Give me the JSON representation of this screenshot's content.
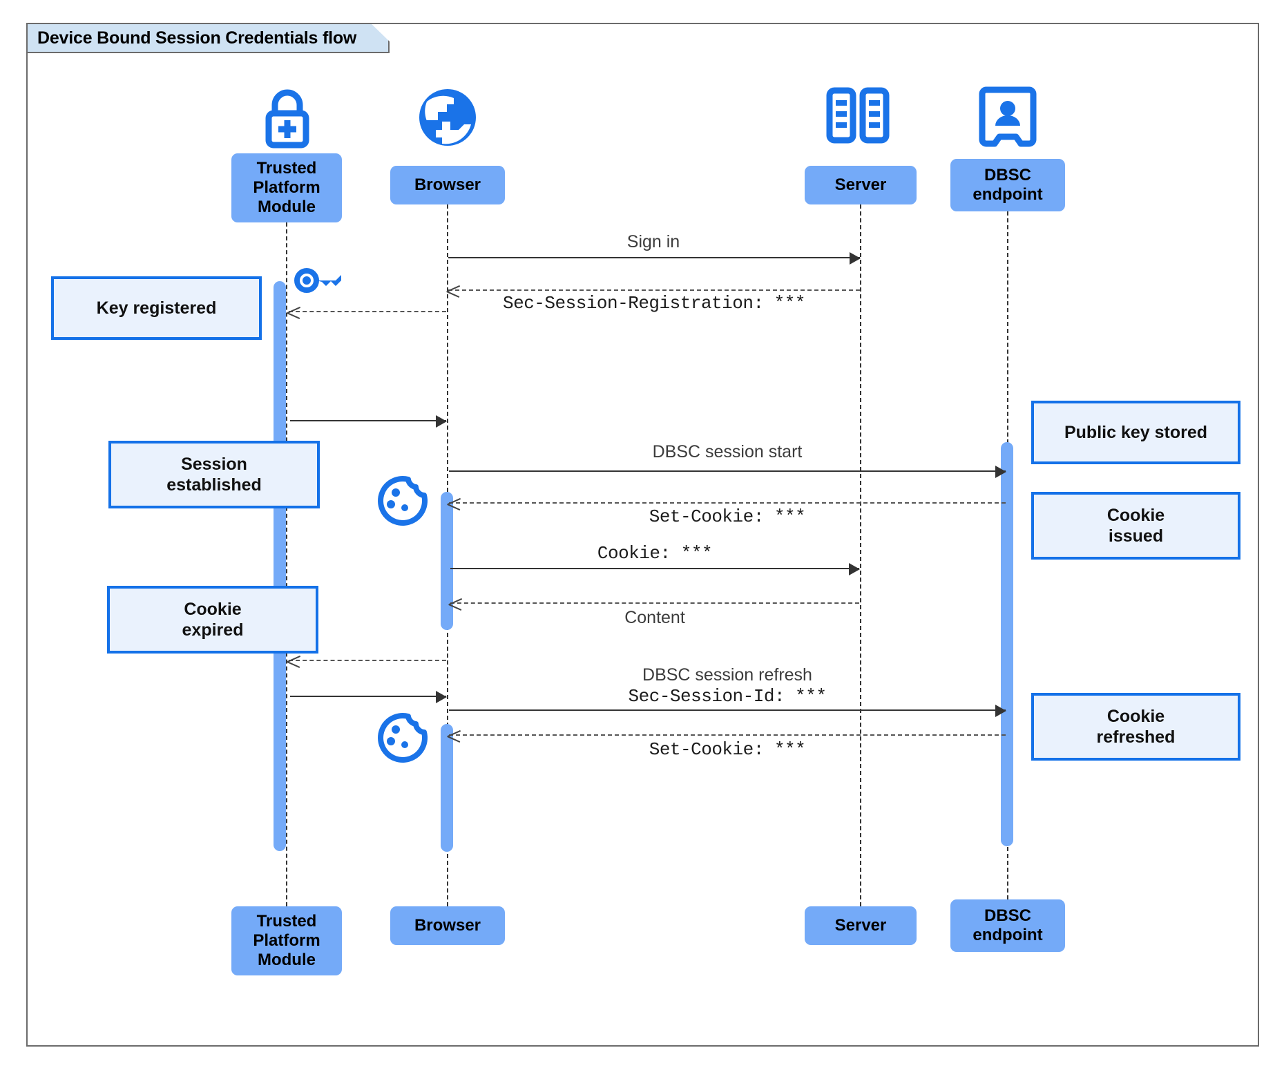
{
  "diagram": {
    "title": "Device Bound Session Credentials flow",
    "type": "uml-sequence-diagram",
    "colors": {
      "participant_fill": "#74aaf8",
      "note_fill": "#eaf2fd",
      "note_border": "#1471e8",
      "activation_fill": "#74aaf8",
      "icon_blue": "#1a73e8",
      "frame_border": "#6b6b6b",
      "title_fill": "#cfe2f3"
    }
  },
  "participants": [
    {
      "id": "tpm",
      "label": "Trusted\nPlatform\nModule",
      "label_line1": "Trusted",
      "label_line2": "Platform",
      "label_line3": "Module",
      "icon": "lock-plus-icon"
    },
    {
      "id": "browser",
      "label": "Browser",
      "icon": "globe-icon"
    },
    {
      "id": "server",
      "label": "Server",
      "icon": "server-racks-icon"
    },
    {
      "id": "dbsc",
      "label": "DBSC\nendpoint",
      "label_line1": "DBSC",
      "label_line2": "endpoint",
      "icon": "id-badge-icon"
    }
  ],
  "messages": [
    {
      "id": "m1",
      "text": "Sign in",
      "style": "prose",
      "arrow": "solid",
      "from": "browser",
      "to": "server"
    },
    {
      "id": "m2",
      "text": "Sec-Session-Registration: ***",
      "style": "mono",
      "arrow": "dotted",
      "from": "server",
      "to": "browser"
    },
    {
      "id": "m3",
      "text": "",
      "style": "prose",
      "arrow": "solid",
      "from": "tpm",
      "to": "browser"
    },
    {
      "id": "m4",
      "text": "DBSC session start",
      "style": "prose",
      "arrow": "solid",
      "from": "browser",
      "to": "dbsc"
    },
    {
      "id": "m5",
      "text": "Set-Cookie: ***",
      "style": "mono",
      "arrow": "dotted",
      "from": "dbsc",
      "to": "browser"
    },
    {
      "id": "m6",
      "text": "Cookie: ***",
      "style": "mono",
      "arrow": "solid",
      "from": "browser",
      "to": "server"
    },
    {
      "id": "m7",
      "text": "Content",
      "style": "prose",
      "arrow": "dotted",
      "from": "server",
      "to": "browser"
    },
    {
      "id": "m8",
      "text": "",
      "style": "prose",
      "arrow": "dotted",
      "from": "browser",
      "to": "tpm"
    },
    {
      "id": "m9",
      "text": "",
      "style": "prose",
      "arrow": "solid",
      "from": "tpm",
      "to": "browser"
    },
    {
      "id": "m10",
      "text": "DBSC session refresh",
      "style": "prose",
      "arrow": "solid",
      "from": "browser",
      "to": "dbsc"
    },
    {
      "id": "m10b",
      "text": "Sec-Session-Id: ***",
      "style": "mono",
      "arrow": "none",
      "from": "browser",
      "to": "dbsc"
    },
    {
      "id": "m11",
      "text": "Set-Cookie: ***",
      "style": "mono",
      "arrow": "dotted",
      "from": "dbsc",
      "to": "browser"
    }
  ],
  "notes_left": [
    {
      "id": "n1",
      "text": "Key registered",
      "line1": "Key registered"
    },
    {
      "id": "n2",
      "text": "Session established",
      "line1": "Session",
      "line2": "established"
    },
    {
      "id": "n3",
      "text": "Cookie expired",
      "line1": "Cookie",
      "line2": "expired"
    }
  ],
  "notes_right": [
    {
      "id": "n4",
      "text": "Public key stored",
      "line1": "Public key stored"
    },
    {
      "id": "n5",
      "text": "Cookie issued",
      "line1": "Cookie",
      "line2": "issued"
    },
    {
      "id": "n6",
      "text": "Cookie refreshed",
      "line1": "Cookie",
      "line2": "refreshed"
    }
  ],
  "decorations": [
    {
      "id": "d1",
      "icon": "key-icon",
      "near": "tpm"
    },
    {
      "id": "d2",
      "icon": "cookie-icon",
      "near": "browser"
    },
    {
      "id": "d3",
      "icon": "cookie-icon",
      "near": "browser"
    }
  ]
}
